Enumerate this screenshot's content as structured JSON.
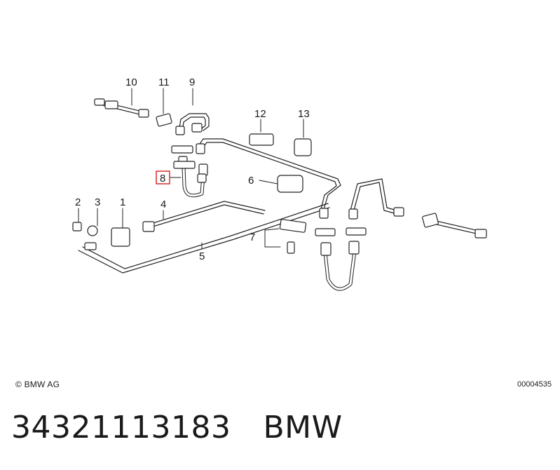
{
  "diagram": {
    "callouts": [
      {
        "id": "10",
        "label": "10"
      },
      {
        "id": "11",
        "label": "11"
      },
      {
        "id": "9",
        "label": "9"
      },
      {
        "id": "12",
        "label": "12"
      },
      {
        "id": "13",
        "label": "13"
      },
      {
        "id": "8",
        "label": "8",
        "highlighted": true
      },
      {
        "id": "6",
        "label": "6"
      },
      {
        "id": "2",
        "label": "2"
      },
      {
        "id": "3",
        "label": "3"
      },
      {
        "id": "1",
        "label": "1"
      },
      {
        "id": "4",
        "label": "4"
      },
      {
        "id": "7",
        "label": "7"
      },
      {
        "id": "5",
        "label": "5"
      }
    ],
    "highlight_color": "#d92b2b"
  },
  "footer": {
    "copyright": "© BMW AG",
    "reference": "00004535"
  },
  "part": {
    "number": "34321113183",
    "brand": "BMW"
  }
}
